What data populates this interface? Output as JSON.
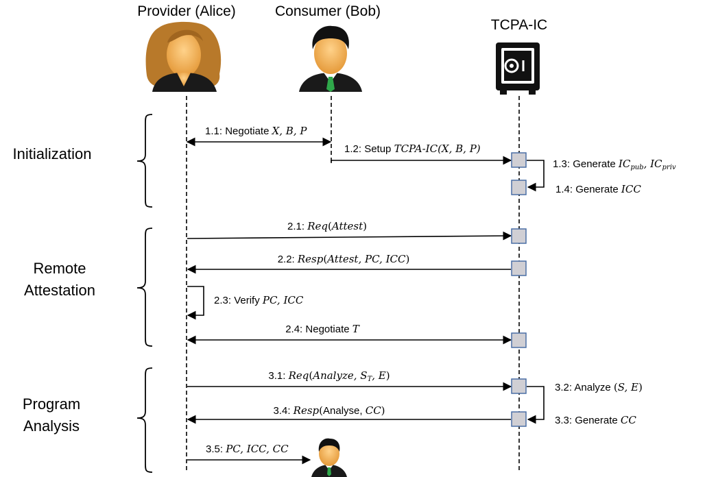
{
  "participants": {
    "provider": "Provider (Alice)",
    "consumer": "Consumer (Bob)",
    "tcpa": "TCPA-IC"
  },
  "phases": {
    "initialization": "Initialization",
    "remote_attestation": [
      "Remote",
      "Attestation"
    ],
    "program_analysis": [
      "Program",
      "Analysis"
    ]
  },
  "messages": {
    "m11": {
      "num": "1.1:",
      "text": "Negotiate",
      "math": "X, B, P"
    },
    "m12": {
      "num": "1.2:",
      "text": "Setup",
      "math": "TCPA-IC(X, B, P)"
    },
    "m13": {
      "num": "1.3:",
      "text": "Generate",
      "a": "IC",
      "a_sub": "pub",
      "sep": ", ",
      "b": "IC",
      "b_sub": "priv"
    },
    "m14": {
      "num": "1.4:",
      "text": "Generate",
      "math": "ICC"
    },
    "m21": {
      "num": "2.1:",
      "fn": "Req",
      "args": "Attest"
    },
    "m22": {
      "num": "2.2:",
      "fn": "Resp",
      "args": "Attest, PC, ICC"
    },
    "m23": {
      "num": "2.3:",
      "text": "Verify",
      "math": "PC, ICC"
    },
    "m24": {
      "num": "2.4:",
      "text": "Negotiate",
      "math": "T"
    },
    "m31": {
      "num": "3.1:",
      "fn": "Req",
      "arg1": "Analyze, S",
      "arg1_sub": "T",
      "arg2": ", E"
    },
    "m32": {
      "num": "3.2:",
      "text": "Analyze",
      "args": "S, E"
    },
    "m33": {
      "num": "3.3:",
      "text": "Generate",
      "math": "CC"
    },
    "m34": {
      "num": "3.4:",
      "fn": "Resp",
      "arg_plain": "Analyse, ",
      "arg_math": "CC"
    },
    "m35": {
      "num": "3.5:",
      "math": "PC, ICC, CC"
    }
  },
  "icons": {
    "alice": "female-user-icon",
    "bob": "male-user-icon",
    "tcpa": "safe-icon",
    "bob_small": "male-user-icon"
  },
  "colors": {
    "activation_fill": "#d0cfd4",
    "activation_stroke": "#4a6fa5",
    "alice_hair": "#b8792a",
    "bob_tie": "#2fa84a",
    "skin": "#f2b062"
  }
}
